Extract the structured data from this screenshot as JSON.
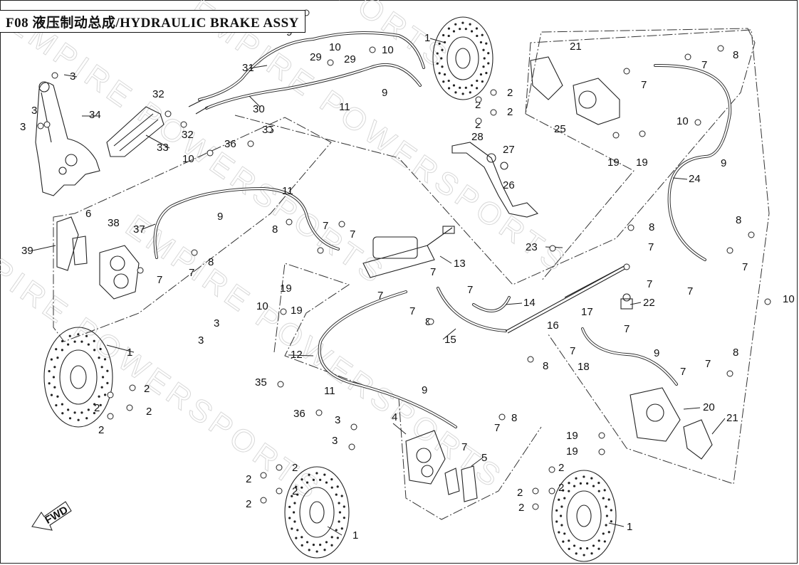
{
  "header": {
    "title": "F08 液压制动总成/HYDRAULIC BRAKE ASSY"
  },
  "watermark": {
    "text": "EMPIRE POWERSPORTS"
  },
  "fwd_indicator": {
    "label": "FWD",
    "icon": "arrow-down-left-icon"
  },
  "callouts": [
    {
      "id": "c1a",
      "label": "1",
      "part": "brake-disc-front-right"
    },
    {
      "id": "c1b",
      "label": "1",
      "part": "brake-disc-front-left"
    },
    {
      "id": "c1c",
      "label": "1",
      "part": "brake-disc-rear-left"
    },
    {
      "id": "c1d",
      "label": "1",
      "part": "brake-disc-rear-right"
    },
    {
      "id": "c2",
      "label": "2",
      "part": "disc-bolt"
    },
    {
      "id": "c3",
      "label": "3",
      "part": "bolt"
    },
    {
      "id": "c4",
      "label": "4",
      "part": "caliper-rear-left"
    },
    {
      "id": "c5",
      "label": "5",
      "part": "brake-pads-rear-left"
    },
    {
      "id": "c6",
      "label": "6",
      "part": "brake-pads-front-left"
    },
    {
      "id": "c7",
      "label": "7",
      "part": "washer"
    },
    {
      "id": "c8",
      "label": "8",
      "part": "banjo-bolt"
    },
    {
      "id": "c9",
      "label": "9",
      "part": "hose-clamp"
    },
    {
      "id": "c10",
      "label": "10",
      "part": "clamp-bolt"
    },
    {
      "id": "c11",
      "label": "11",
      "part": "clamp"
    },
    {
      "id": "c12",
      "label": "12",
      "part": "brake-hose"
    },
    {
      "id": "c13",
      "label": "13",
      "part": "master-cylinder"
    },
    {
      "id": "c14",
      "label": "14",
      "part": "reservoir-hose"
    },
    {
      "id": "c15",
      "label": "15",
      "part": "brake-hose"
    },
    {
      "id": "c16",
      "label": "16",
      "part": "brake-line"
    },
    {
      "id": "c17",
      "label": "17",
      "part": "brake-line"
    },
    {
      "id": "c18",
      "label": "18",
      "part": "brake-hose"
    },
    {
      "id": "c19",
      "label": "19",
      "part": "caliper-bolt"
    },
    {
      "id": "c20",
      "label": "20",
      "part": "caliper-rear-right"
    },
    {
      "id": "c21",
      "label": "21",
      "part": "brake-pads"
    },
    {
      "id": "c22",
      "label": "22",
      "part": "three-way-joint"
    },
    {
      "id": "c23",
      "label": "23",
      "part": "joint-bolt"
    },
    {
      "id": "c24",
      "label": "24",
      "part": "brake-hose"
    },
    {
      "id": "c25",
      "label": "25",
      "part": "caliper-front-right"
    },
    {
      "id": "c26",
      "label": "26",
      "part": "pin"
    },
    {
      "id": "c27",
      "label": "27",
      "part": "washer"
    },
    {
      "id": "c28",
      "label": "28",
      "part": "brake-pedal"
    },
    {
      "id": "c29",
      "label": "29",
      "part": "grommet"
    },
    {
      "id": "c30",
      "label": "30",
      "part": "parking-brake-cable"
    },
    {
      "id": "c31",
      "label": "31",
      "part": "parking-brake-cable"
    },
    {
      "id": "c32",
      "label": "32",
      "part": "bolt"
    },
    {
      "id": "c33",
      "label": "33",
      "part": "bracket"
    },
    {
      "id": "c34",
      "label": "34",
      "part": "parking-brake-lever"
    },
    {
      "id": "c35",
      "label": "35",
      "part": "bolt"
    },
    {
      "id": "c36",
      "label": "36",
      "part": "nut"
    },
    {
      "id": "c37",
      "label": "37",
      "part": "brake-hose"
    },
    {
      "id": "c38",
      "label": "38",
      "part": "caliper-front-left"
    },
    {
      "id": "c39",
      "label": "39",
      "part": "caliper-assembly-front-left"
    }
  ],
  "labels": {
    "n1": "1",
    "n2": "2",
    "n3": "3",
    "n4": "4",
    "n5": "5",
    "n6": "6",
    "n7": "7",
    "n8": "8",
    "n9": "9",
    "n10": "10",
    "n11": "11",
    "n12": "12",
    "n13": "13",
    "n14": "14",
    "n15": "15",
    "n16": "16",
    "n17": "17",
    "n18": "18",
    "n19": "19",
    "n20": "20",
    "n21": "21",
    "n22": "22",
    "n23": "23",
    "n24": "24",
    "n25": "25",
    "n26": "26",
    "n27": "27",
    "n28": "28",
    "n29": "29",
    "n30": "30",
    "n31": "31",
    "n32": "32",
    "n33": "33",
    "n34": "34",
    "n35": "35",
    "n36": "36",
    "n37": "37",
    "n38": "38",
    "n39": "39"
  }
}
